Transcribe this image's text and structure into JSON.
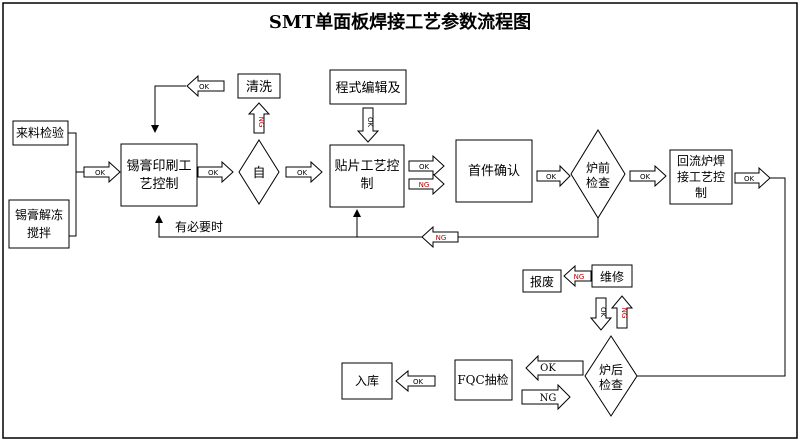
{
  "title": "SMT单面板焊接工艺参数流程图",
  "nodes": {
    "incoming": "来料检验",
    "thaw": [
      "锡膏解冻",
      "搅拌"
    ],
    "print": [
      "锡膏印刷工",
      "艺控制"
    ],
    "self_check": "自",
    "clean": "清洗",
    "program": "程式编辑及",
    "placement": [
      "贴片工艺控",
      "制"
    ],
    "first_article": "首件确认",
    "pre_oven": [
      "炉前",
      "检查"
    ],
    "reflow": [
      "回流炉焊",
      "接工艺控",
      "制"
    ],
    "scrap": "报废",
    "repair": "维修",
    "post_oven": [
      "炉后",
      "检查"
    ],
    "fqc": "FQC抽检",
    "storage": "入库"
  },
  "labels": {
    "ok": "OK",
    "ng": "NG",
    "when_needed": "有必要时"
  }
}
